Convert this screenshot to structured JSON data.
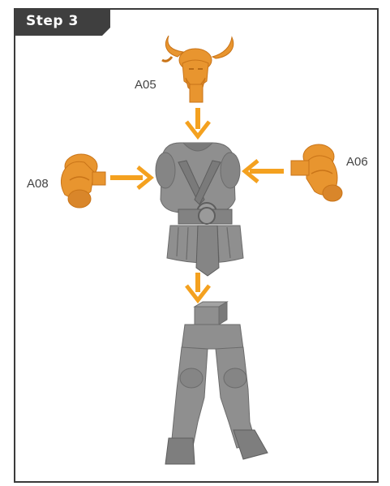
{
  "step": {
    "title": "Step 3"
  },
  "parts": {
    "head": "A05",
    "right_arm": "A06",
    "left_arm": "A08"
  },
  "colors": {
    "part_orange": "#E8952F",
    "part_orange_dark": "#C97418",
    "arrow": "#F4A11F",
    "model_grey": "#8F8F8F",
    "model_grey_dark": "#6B6B6B",
    "frame_border": "#3A3A3A",
    "tab_bg": "#3F3F3F"
  },
  "icons": {
    "arrow": "arrow-icon"
  }
}
